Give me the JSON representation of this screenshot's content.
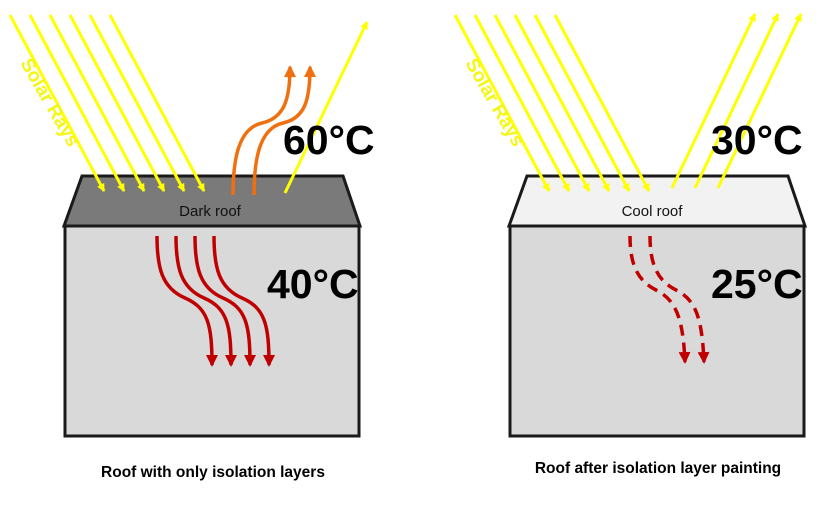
{
  "left_panel": {
    "solar_label": "Solar Rays",
    "roof_label": "Dark roof",
    "roof_temp": "60°C",
    "inside_temp": "40°C",
    "caption": "Roof with only isolation layers",
    "roof_color": "#7a7a7a"
  },
  "right_panel": {
    "solar_label": "Solar Rays",
    "roof_label": "Cool roof",
    "roof_temp": "30°C",
    "inside_temp": "25°C",
    "caption": "Roof after isolation layer painting",
    "roof_color": "#f2f2f2"
  },
  "colors": {
    "solar_rays": "#ffff00",
    "reflected_heat": "#f07010",
    "transmitted_heat": "#c00000",
    "building_fill": "#d9d9d9",
    "outline": "#1a1a1a"
  }
}
